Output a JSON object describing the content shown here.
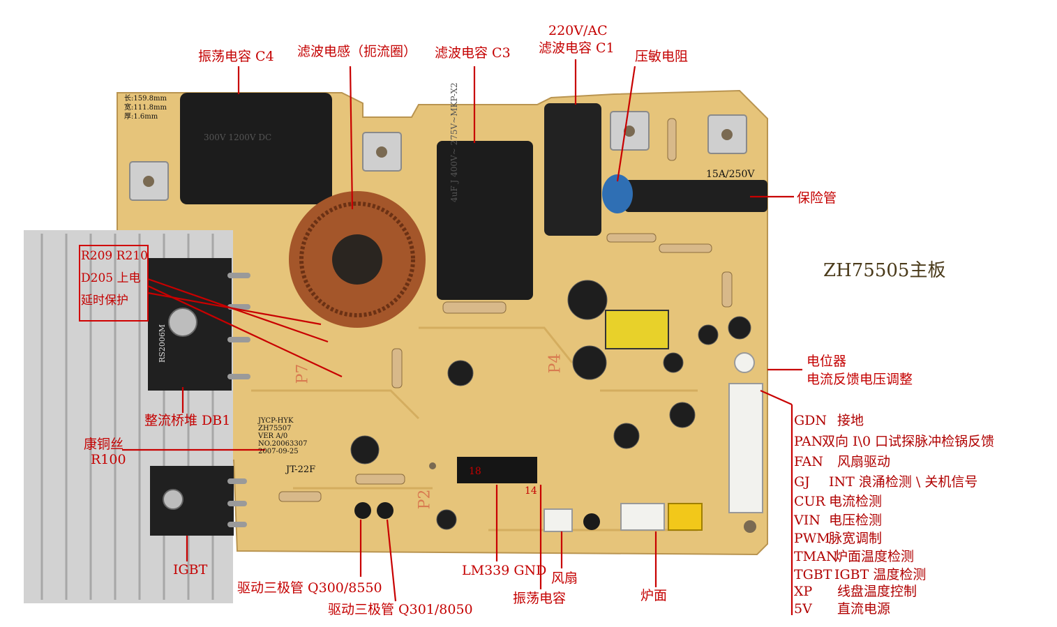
{
  "board_title": "ZH75505主板",
  "colors": {
    "callout": "#c40000",
    "pcb": "#e6c47a",
    "heatsink": "#d2d2d2",
    "text_dark": "#111111"
  },
  "labels": {
    "c4": "振荡电容 C4",
    "choke": "滤波电感（扼流圈）",
    "c3": "滤波电容 C3",
    "c1_line1": "220V/AC",
    "c1_line2": "滤波电容 C1",
    "varistor": "压敏电阻",
    "fuse": "保险管",
    "pot_line1": "电位器",
    "pot_line2": "电流反馈电压调整",
    "delay_line1": "R209 R210",
    "delay_line2": "D205 上电",
    "delay_line3": "延时保护",
    "bridge": "整流桥堆 DB1",
    "wire_line1": "康铜丝",
    "wire_line2": "R100",
    "igbt": "IGBT",
    "q300": "驱动三极管 Q300/8550",
    "q301": "驱动三极管 Q301/8050",
    "lm339": "LM339 GND",
    "fan": "风扇",
    "osc_cap": "振荡电容",
    "hob": "炉面"
  },
  "pins": [
    {
      "key": "GDN",
      "desc": "接地"
    },
    {
      "key": "PAN",
      "desc": "双向 I\\0 口试探脉冲检锅反馈"
    },
    {
      "key": "FAN",
      "desc": "风扇驱动"
    },
    {
      "key": "GJ",
      "desc": "INT  浪涌检测 \\ 关机信号"
    },
    {
      "key": "CUR",
      "desc": "电流检测"
    },
    {
      "key": "VIN",
      "desc": "电压检测"
    },
    {
      "key": "PWM",
      "desc": "脉宽调制"
    },
    {
      "key": "TMAN",
      "desc": "炉面温度检测"
    },
    {
      "key": "TGBT",
      "desc": "IGBT 温度检测"
    },
    {
      "key": "XP",
      "desc": "线盘温度控制"
    },
    {
      "key": "5V",
      "desc": "直流电源"
    }
  ],
  "board_print": {
    "dims_len": "长:159.8mm",
    "dims_wid": "宽:111.8mm",
    "dims_thk": "厚:1.6mm",
    "fuse_rating": "15A/250V",
    "model_block1": "JYCP-HYK",
    "model_block2": "ZH75507",
    "model_block3": "VER A/0",
    "model_block4": "NO.20063307",
    "model_block5": "2007-09-25",
    "board_code": "JT-22F",
    "bridge_part": "RS2006M",
    "chip_pin_18": "18",
    "chip_pin_14": "14",
    "cap_c3_text": "4uF J 400V~ 275V~MKP-X2",
    "cap_c4_text": "300V 1200V DC",
    "mark_p7": "P7",
    "mark_p2": "P2",
    "mark_p4": "P4"
  }
}
